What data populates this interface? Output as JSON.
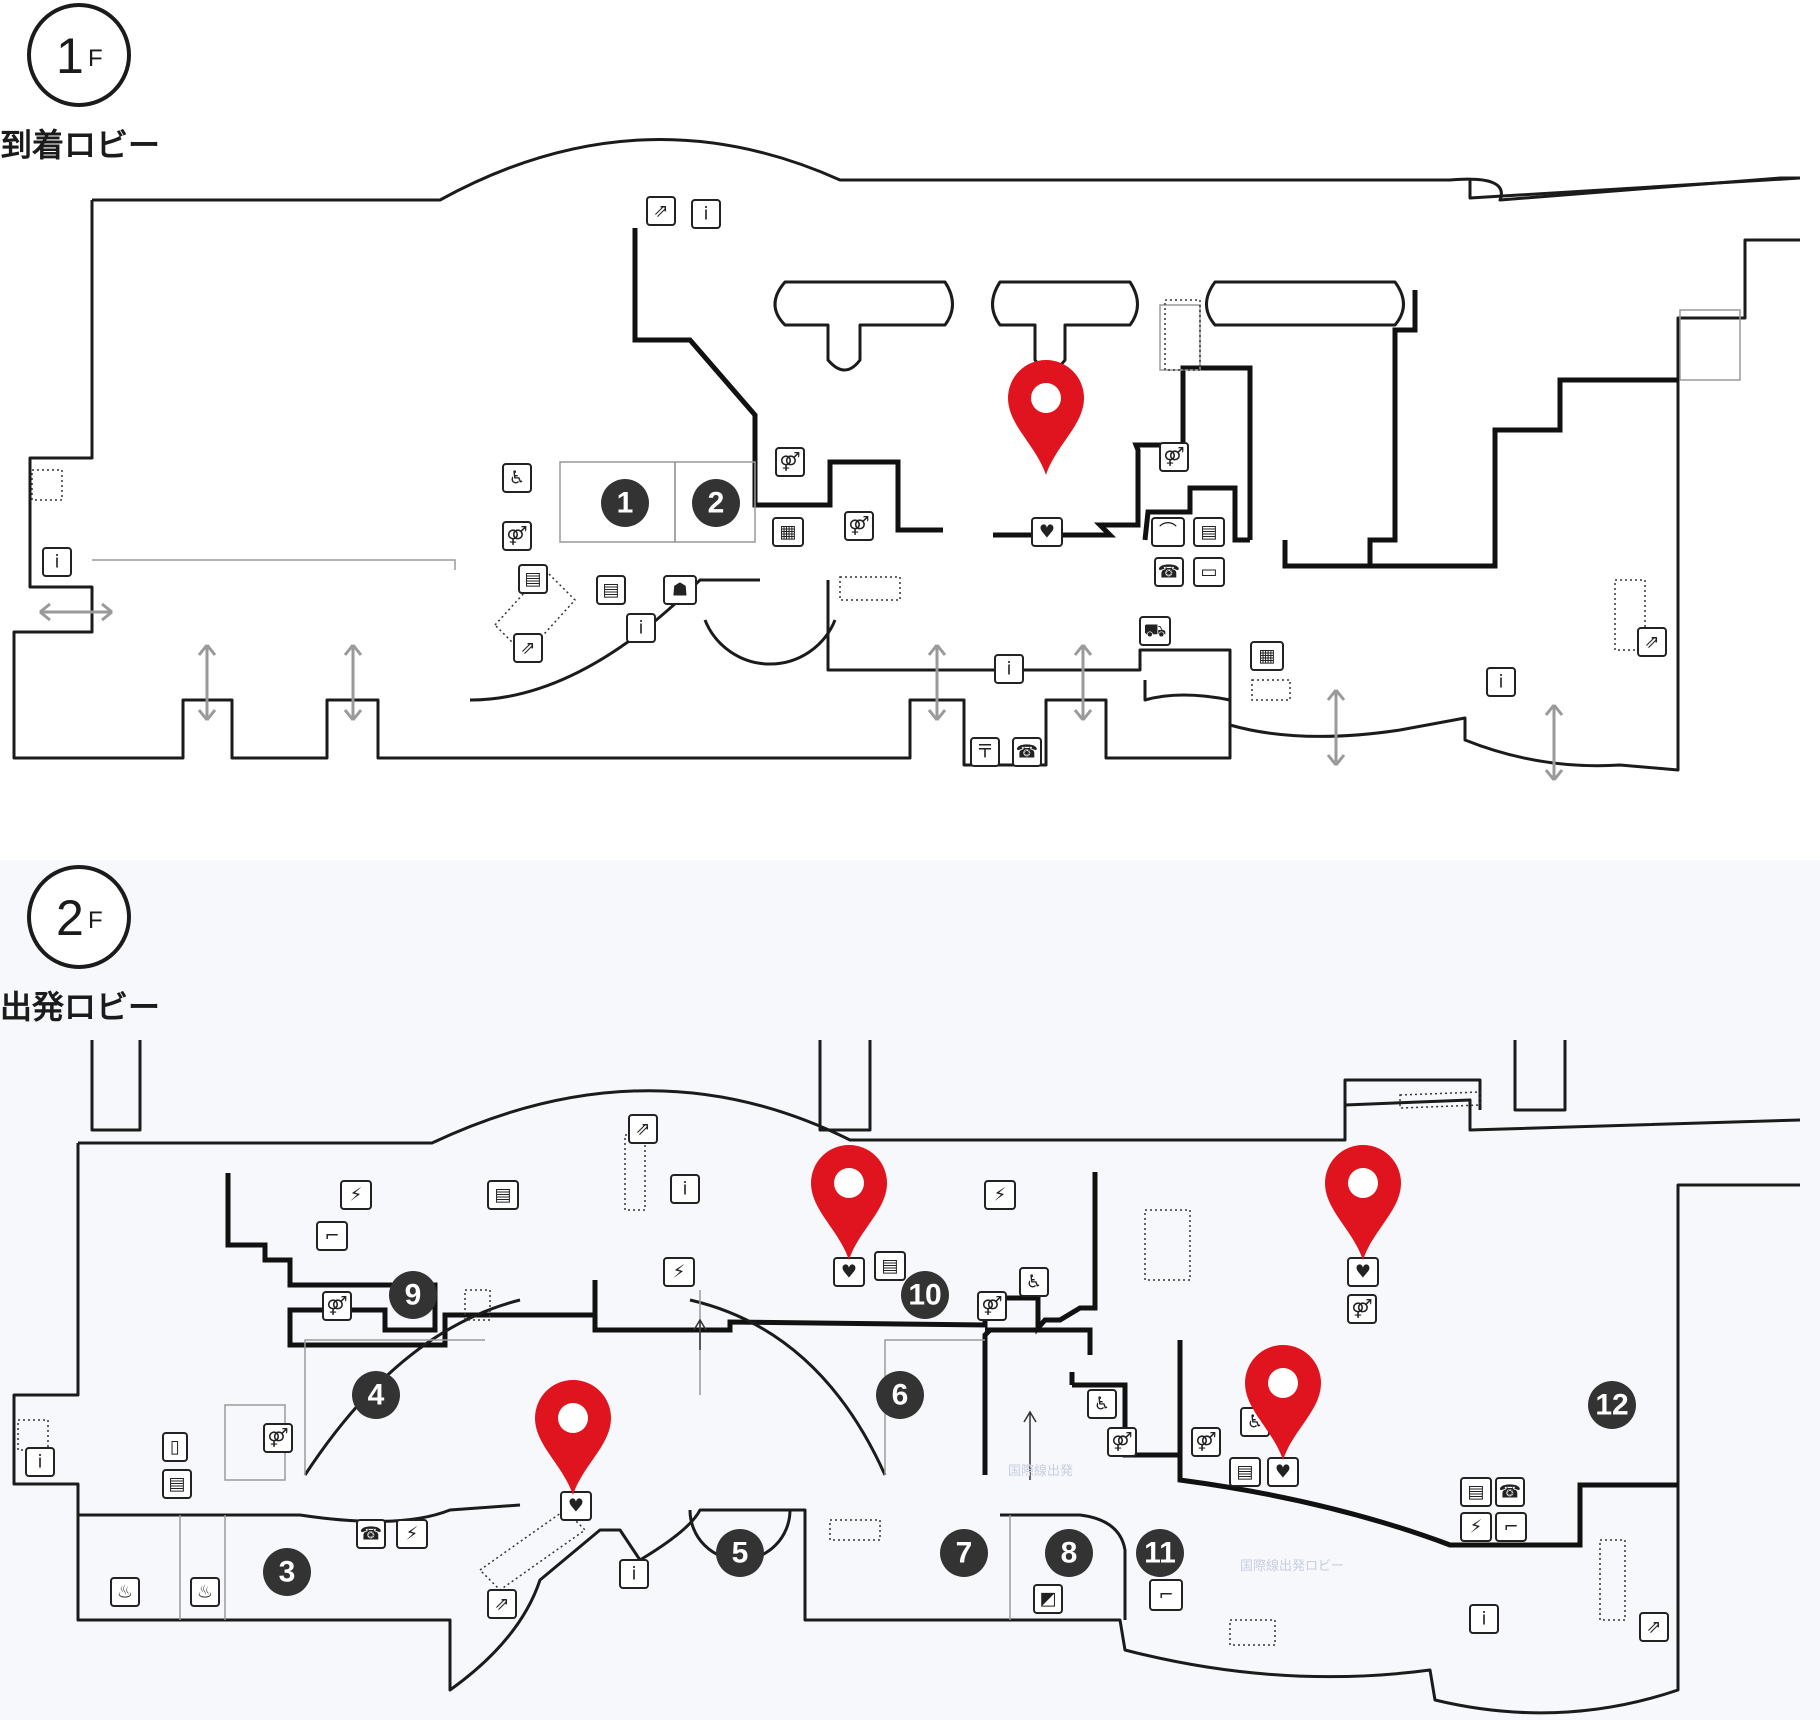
{
  "floors": [
    {
      "id": "1F",
      "number": "1",
      "suffix": "F",
      "name": "到着ロビー"
    },
    {
      "id": "2F",
      "number": "2",
      "suffix": "F",
      "name": "出発ロビー"
    }
  ],
  "shops_1f": [
    "1",
    "2"
  ],
  "shops_2f": [
    "3",
    "4",
    "5",
    "6",
    "7",
    "8",
    "9",
    "10",
    "11",
    "12"
  ],
  "faint_labels": {
    "intl_departure": "国際線出発",
    "intl_departure_lobby": "国際線出発ロビー"
  },
  "colors": {
    "pin": "#e0141e",
    "shop_circle": "#333333",
    "wall": "#1b1b1b",
    "background_2f": "#f6f8fc"
  },
  "pins": {
    "aed_1f": "aed-location-pin",
    "aed_2f_a": "aed-location-pin",
    "aed_2f_b": "aed-location-pin",
    "aed_2f_c": "aed-location-pin",
    "aed_2f_d": "aed-location-pin"
  },
  "icons": {
    "info": "information-icon",
    "escalator": "escalator-icon",
    "elevator": "elevator-icon",
    "restroom": "restroom-icon",
    "accessible": "accessible-restroom-icon",
    "aed": "aed-heart-icon",
    "phone": "telephone-icon",
    "locker": "coin-locker-icon",
    "atm": "atm-icon",
    "smoking": "smoking-area-icon",
    "charging": "charging-station-icon",
    "post": "post-box-icon",
    "nursery": "nursery-icon",
    "cloakroom": "cloakroom-icon",
    "shuttle": "shuttle-bus-icon"
  }
}
